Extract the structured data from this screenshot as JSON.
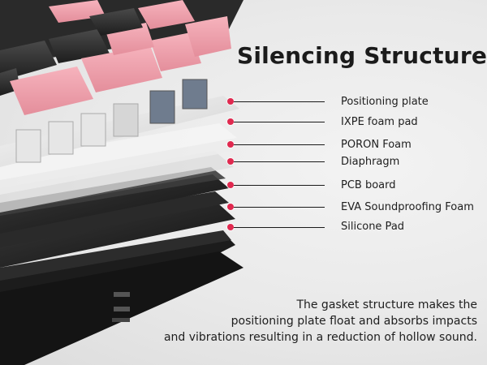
{
  "title": "Silencing Structure",
  "accent_color": "#e0294f",
  "layers": [
    {
      "label": "Positioning plate"
    },
    {
      "label": "IXPE foam pad"
    },
    {
      "label": "PORON Foam"
    },
    {
      "label": "Diaphragm"
    },
    {
      "label": "PCB board"
    },
    {
      "label": "EVA Soundproofing Foam"
    },
    {
      "label": "Silicone Pad"
    }
  ],
  "description": {
    "line1": "The gasket structure makes the",
    "line2": "positioning plate float and absorbs impacts",
    "line3": "and vibrations resulting in a reduction of hollow sound."
  }
}
